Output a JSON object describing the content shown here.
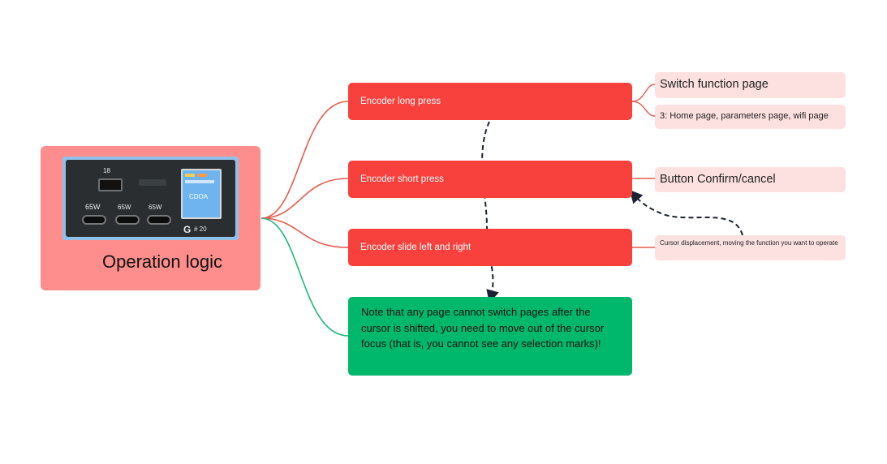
{
  "mindmap": {
    "root": {
      "title": "Operation logic",
      "device": {
        "port_a_label": "18",
        "port_labels": [
          "65W",
          "65W",
          "65W"
        ],
        "screen_text": "CDOA",
        "badge": "# 20"
      }
    },
    "branches": [
      {
        "label": "Encoder long press",
        "children": [
          "Switch function page",
          "3: Home page, parameters page, wifi page"
        ]
      },
      {
        "label": "Encoder short press",
        "children": [
          "Button Confirm/cancel"
        ]
      },
      {
        "label": "Encoder slide left and right",
        "children": [
          "Cursor displacement, moving the function you want to operate"
        ]
      }
    ],
    "note": "Note that any page cannot switch pages after the cursor is shifted, you need to move out of the cursor focus (that is, you cannot see any selection marks)!"
  },
  "colors": {
    "root_bg": "#fd8e8d",
    "step_bg": "#f8403d",
    "note_bg": "#00b86b",
    "leaf_bg": "#fde0e0",
    "connector_red": "#e85a4f",
    "connector_green": "#1fb77a"
  }
}
